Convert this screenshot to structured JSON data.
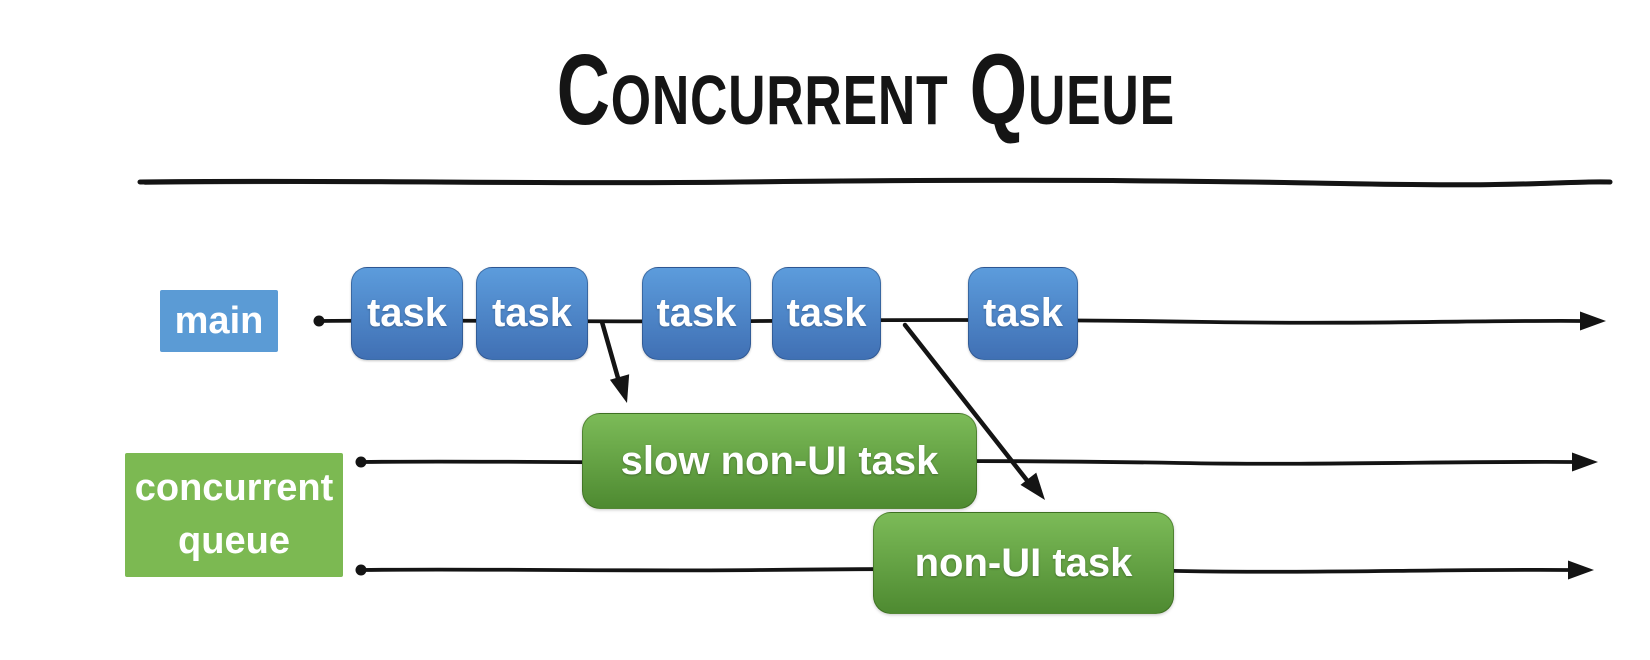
{
  "title": "Concurrent Queue",
  "main_lane": {
    "label": "main",
    "tasks": [
      "task",
      "task",
      "task",
      "task",
      "task"
    ]
  },
  "concurrent_lane": {
    "label": "concurrent queue",
    "slow_task_label": "slow non-UI task",
    "task_label": "non-UI task"
  },
  "colors": {
    "title_color": "#151515",
    "line_color": "#141414",
    "blue_label_bg": "#5B9BD5",
    "blue_task_gradient_top": "#5C9CDC",
    "blue_task_gradient_bottom": "#4070B4",
    "green_label_bg": "#7CB952",
    "green_task_gradient_top": "#7CBB58",
    "green_task_gradient_bottom": "#4E8A31",
    "label_text_color": "#FFFFFF"
  }
}
